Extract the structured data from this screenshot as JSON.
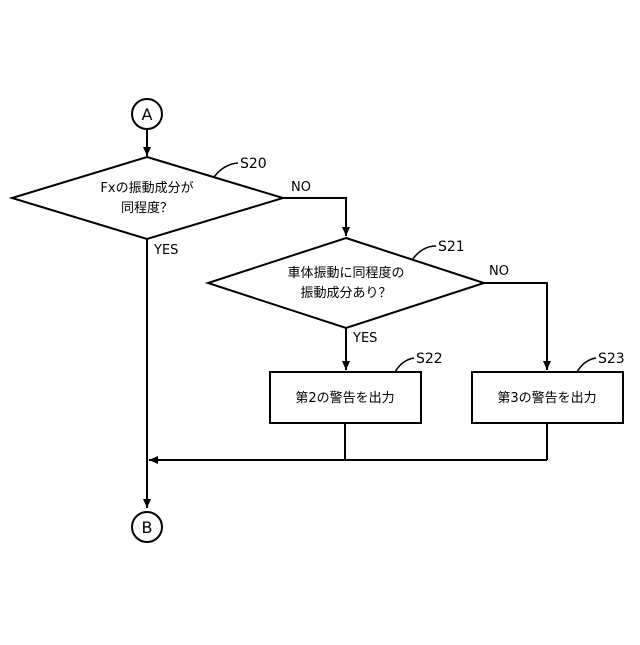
{
  "connectors": {
    "top": "A",
    "bottom": "B"
  },
  "steps": {
    "s20": {
      "id": "S20",
      "line1": "Fxの振動成分が",
      "line2": "同程度？"
    },
    "s21": {
      "id": "S21",
      "line1": "車体振動に同程度の",
      "line2": "振動成分あり？"
    },
    "s22": {
      "id": "S22",
      "label": "第2の警告を出力"
    },
    "s23": {
      "id": "S23",
      "label": "第3の警告を出力"
    }
  },
  "branches": {
    "yes": "YES",
    "no": "NO"
  }
}
